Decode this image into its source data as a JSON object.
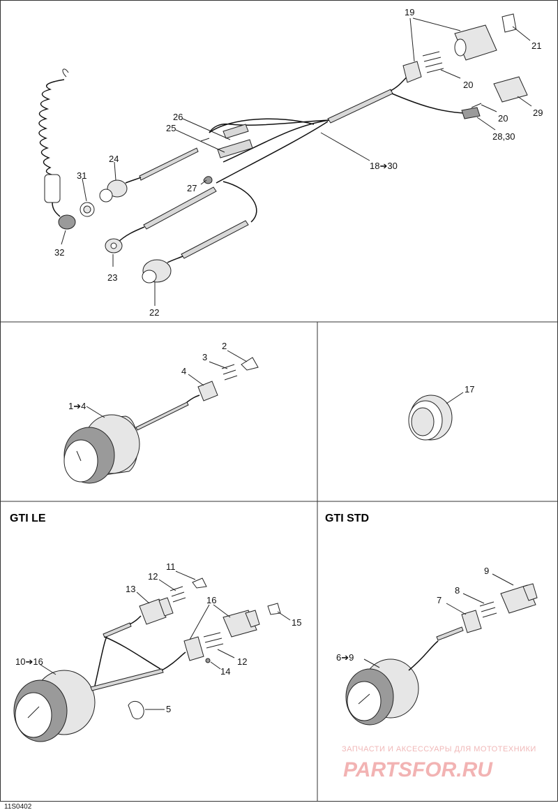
{
  "diagram": {
    "reference_code": "11S0402",
    "sections": {
      "gti_le": {
        "title": "GTI LE"
      },
      "gti_std": {
        "title": "GTI STD"
      }
    },
    "callouts": {
      "c19": "19",
      "c21": "21",
      "c20a": "20",
      "c20b": "20",
      "c29": "29",
      "c2830": "28,30",
      "c26": "26",
      "c25": "25",
      "c1830": "18➔30",
      "c24": "24",
      "c31": "31",
      "c27": "27",
      "c32": "32",
      "c23": "23",
      "c22": "22",
      "c2": "2",
      "c3": "3",
      "c4": "4",
      "c14a": "1➔4",
      "c17": "17",
      "c11": "11",
      "c12a": "12",
      "c13": "13",
      "c16": "16",
      "c15": "15",
      "c1016": "10➔16",
      "c12b": "12",
      "c14": "14",
      "c5": "5",
      "c9": "9",
      "c8": "8",
      "c7": "7",
      "c69": "6➔9"
    },
    "watermark": {
      "tagline": "ЗАПЧАСТИ И АКСЕССУАРЫ ДЛЯ МОТОТЕХНИКИ",
      "brand": "PARTSFOR.RU"
    }
  }
}
